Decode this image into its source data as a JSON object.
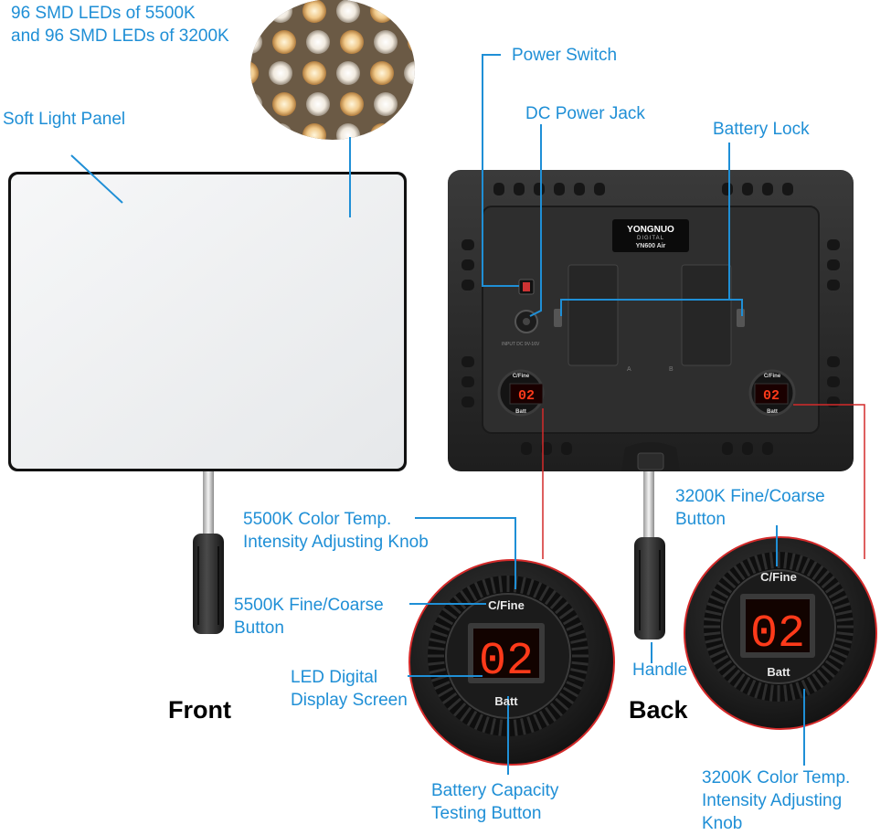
{
  "labels": {
    "leds_line1": "96 SMD LEDs of 5500K",
    "leds_line2": "and 96 SMD LEDs of 3200K",
    "soft_light_panel": "Soft Light Panel",
    "power_switch": "Power Switch",
    "dc_power_jack": "DC Power Jack",
    "battery_lock": "Battery Lock",
    "knob_5500_line1": "5500K Color Temp.",
    "knob_5500_line2": "Intensity Adjusting Knob",
    "fine_5500_line1": "5500K Fine/Coarse",
    "fine_5500_line2": "Button",
    "led_display_line1": "LED Digital",
    "led_display_line2": "Display Screen",
    "battery_test_line1": "Battery Capacity",
    "battery_test_line2": "Testing Button",
    "fine_3200_line1": "3200K Fine/Coarse",
    "fine_3200_line2": "Button",
    "handle": "Handle",
    "knob_3200_line1": "3200K Color Temp.",
    "knob_3200_line2": "Intensity Adjusting",
    "knob_3200_line3": "Knob"
  },
  "titles": {
    "front": "Front",
    "back": "Back"
  },
  "device": {
    "brand": "YONGNUO",
    "brand_sub": "DIGITAL",
    "model": "YN600 Air",
    "knob_top": "C/Fine",
    "knob_bottom": "Batt",
    "display_value": "02",
    "slot_a": "A",
    "slot_b": "B"
  },
  "colors": {
    "label_blue": "#1f8fd6",
    "callout_red": "#d42a2a",
    "led_red": "#ff3a1a",
    "body_dark": "#2a2a2a",
    "panel_white": "#f1f2f4"
  }
}
